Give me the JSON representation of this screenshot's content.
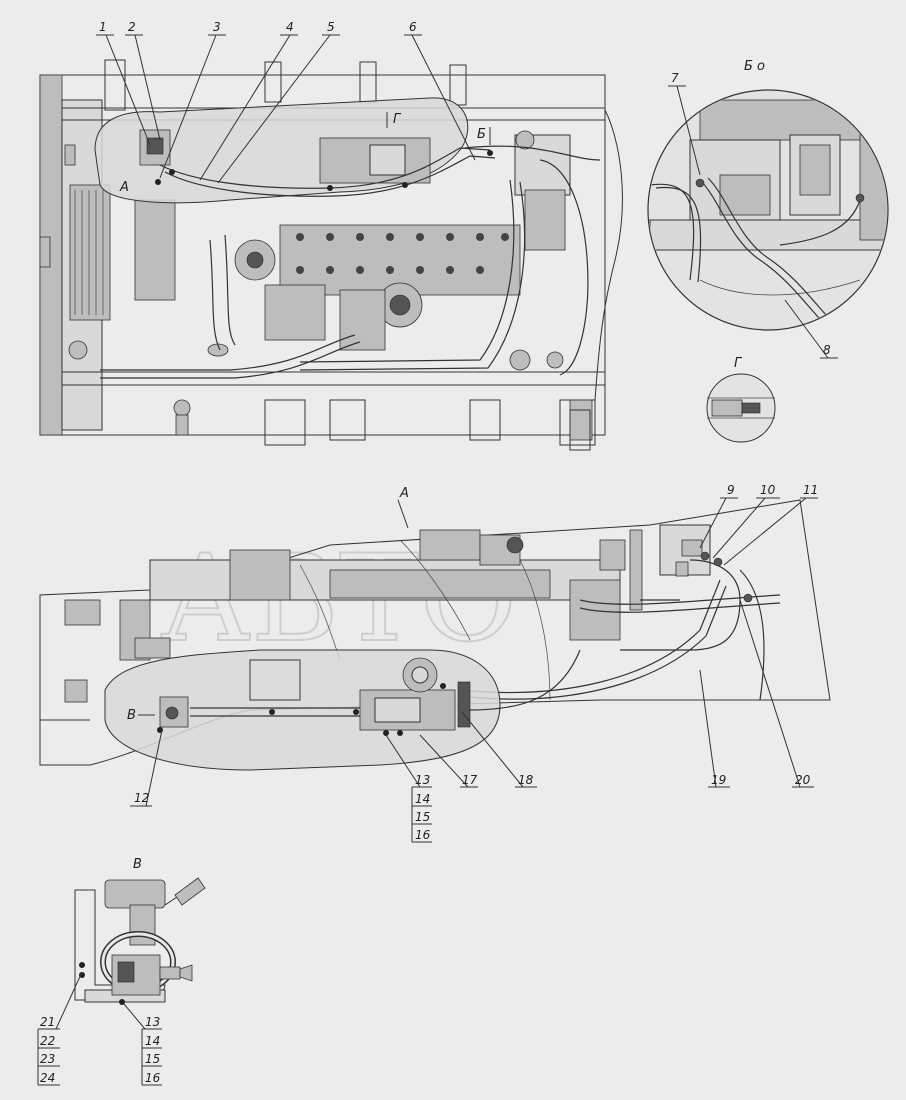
{
  "views": {
    "top": "А",
    "b": "Б",
    "g": "Г",
    "v": "В",
    "b_with_mark": "Б о"
  },
  "callouts": [
    "1",
    "2",
    "3",
    "4",
    "5",
    "6",
    "7",
    "8",
    "9",
    "10",
    "11",
    "12",
    "13",
    "14",
    "15",
    "16",
    "17",
    "18",
    "19",
    "20",
    "21",
    "22",
    "23",
    "24"
  ],
  "watermark": "АВТО"
}
